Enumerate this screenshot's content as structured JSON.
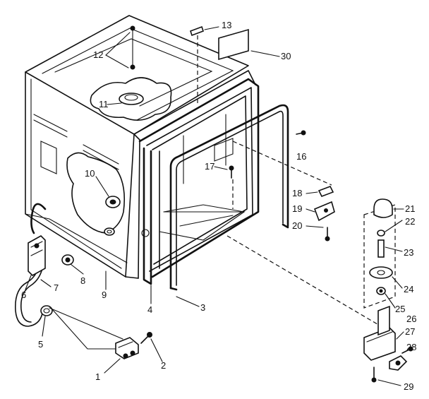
{
  "diagram": {
    "callouts": [
      {
        "id": "c1",
        "text": "1"
      },
      {
        "id": "c2",
        "text": "2"
      },
      {
        "id": "c3",
        "text": "3"
      },
      {
        "id": "c4",
        "text": "4"
      },
      {
        "id": "c5",
        "text": "5"
      },
      {
        "id": "c6",
        "text": "6"
      },
      {
        "id": "c7",
        "text": "7"
      },
      {
        "id": "c8",
        "text": "8"
      },
      {
        "id": "c9",
        "text": "9"
      },
      {
        "id": "c10",
        "text": "10"
      },
      {
        "id": "c11",
        "text": "11"
      },
      {
        "id": "c12",
        "text": "12"
      },
      {
        "id": "c13",
        "text": "13"
      },
      {
        "id": "c16",
        "text": "16"
      },
      {
        "id": "c17",
        "text": "17"
      },
      {
        "id": "c18",
        "text": "18"
      },
      {
        "id": "c19",
        "text": "19"
      },
      {
        "id": "c20",
        "text": "20"
      },
      {
        "id": "c21",
        "text": "21"
      },
      {
        "id": "c22",
        "text": "22"
      },
      {
        "id": "c23",
        "text": "23"
      },
      {
        "id": "c24",
        "text": "24"
      },
      {
        "id": "c25",
        "text": "25"
      },
      {
        "id": "c26",
        "text": "26"
      },
      {
        "id": "c27",
        "text": "27"
      },
      {
        "id": "c28",
        "text": "28"
      },
      {
        "id": "c29",
        "text": "29"
      },
      {
        "id": "c30",
        "text": "30"
      }
    ]
  }
}
